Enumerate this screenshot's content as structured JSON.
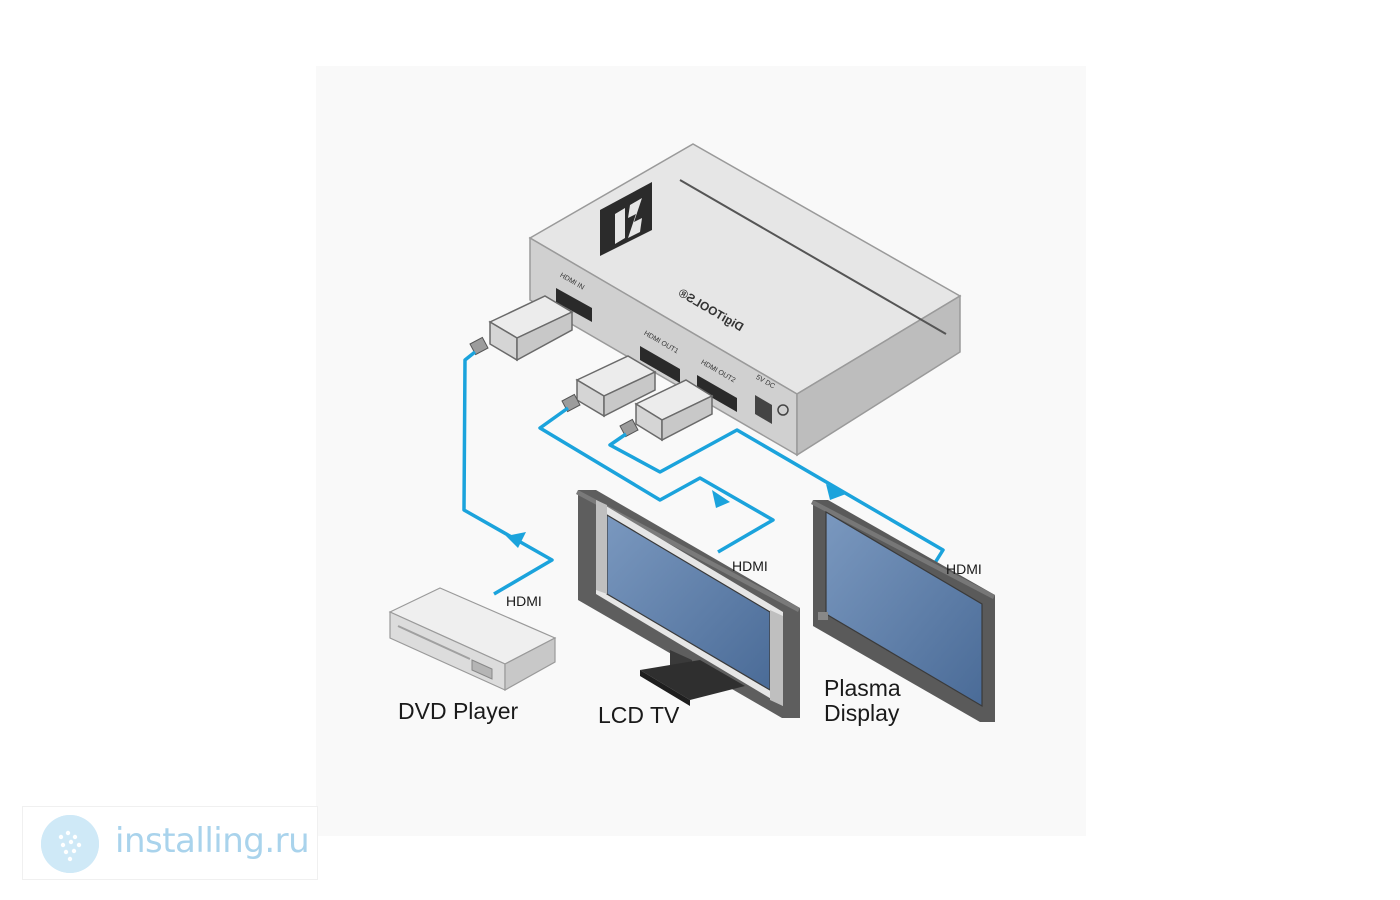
{
  "labels": {
    "hdmi_dvd": "HDMI",
    "hdmi_lcd": "HDMI",
    "hdmi_plasma": "HDMI",
    "dvd_player": "DVD Player",
    "lcd_tv": "LCD TV",
    "plasma_line1": "Plasma",
    "plasma_line2": "Display"
  },
  "device": {
    "brand": "DigiTOOLS®",
    "port_hdmi_in": "HDMI IN",
    "port_hdmi_out1": "HDMI OUT1",
    "port_hdmi_out2": "HDMI OUT2",
    "port_power": "5V DC"
  },
  "watermark": {
    "text": "installing.ru"
  },
  "colors": {
    "cable": "#1ba3dc",
    "screen": "#5b7ea8",
    "body": "#dcdcdc"
  }
}
